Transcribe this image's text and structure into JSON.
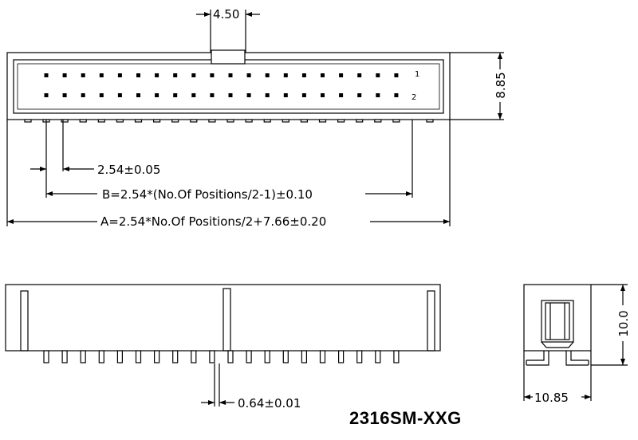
{
  "pins_per_row": 20,
  "colors": {
    "line": "#000000",
    "background": "#ffffff"
  },
  "labels": {
    "latch_width": "4.50",
    "height_top": "8.85",
    "pitch": "2.54±0.05",
    "dim_b": "B=2.54*(No.Of  Positions/2-1)±0.10",
    "dim_a": "A=2.54*No.Of  Positions/2+7.66±0.20",
    "pin_1": "1",
    "pin_2": "2",
    "lead_width": "0.64±0.01",
    "side_height": "10.0",
    "side_width": "10.85",
    "part_number": "2316SM-XXG"
  }
}
